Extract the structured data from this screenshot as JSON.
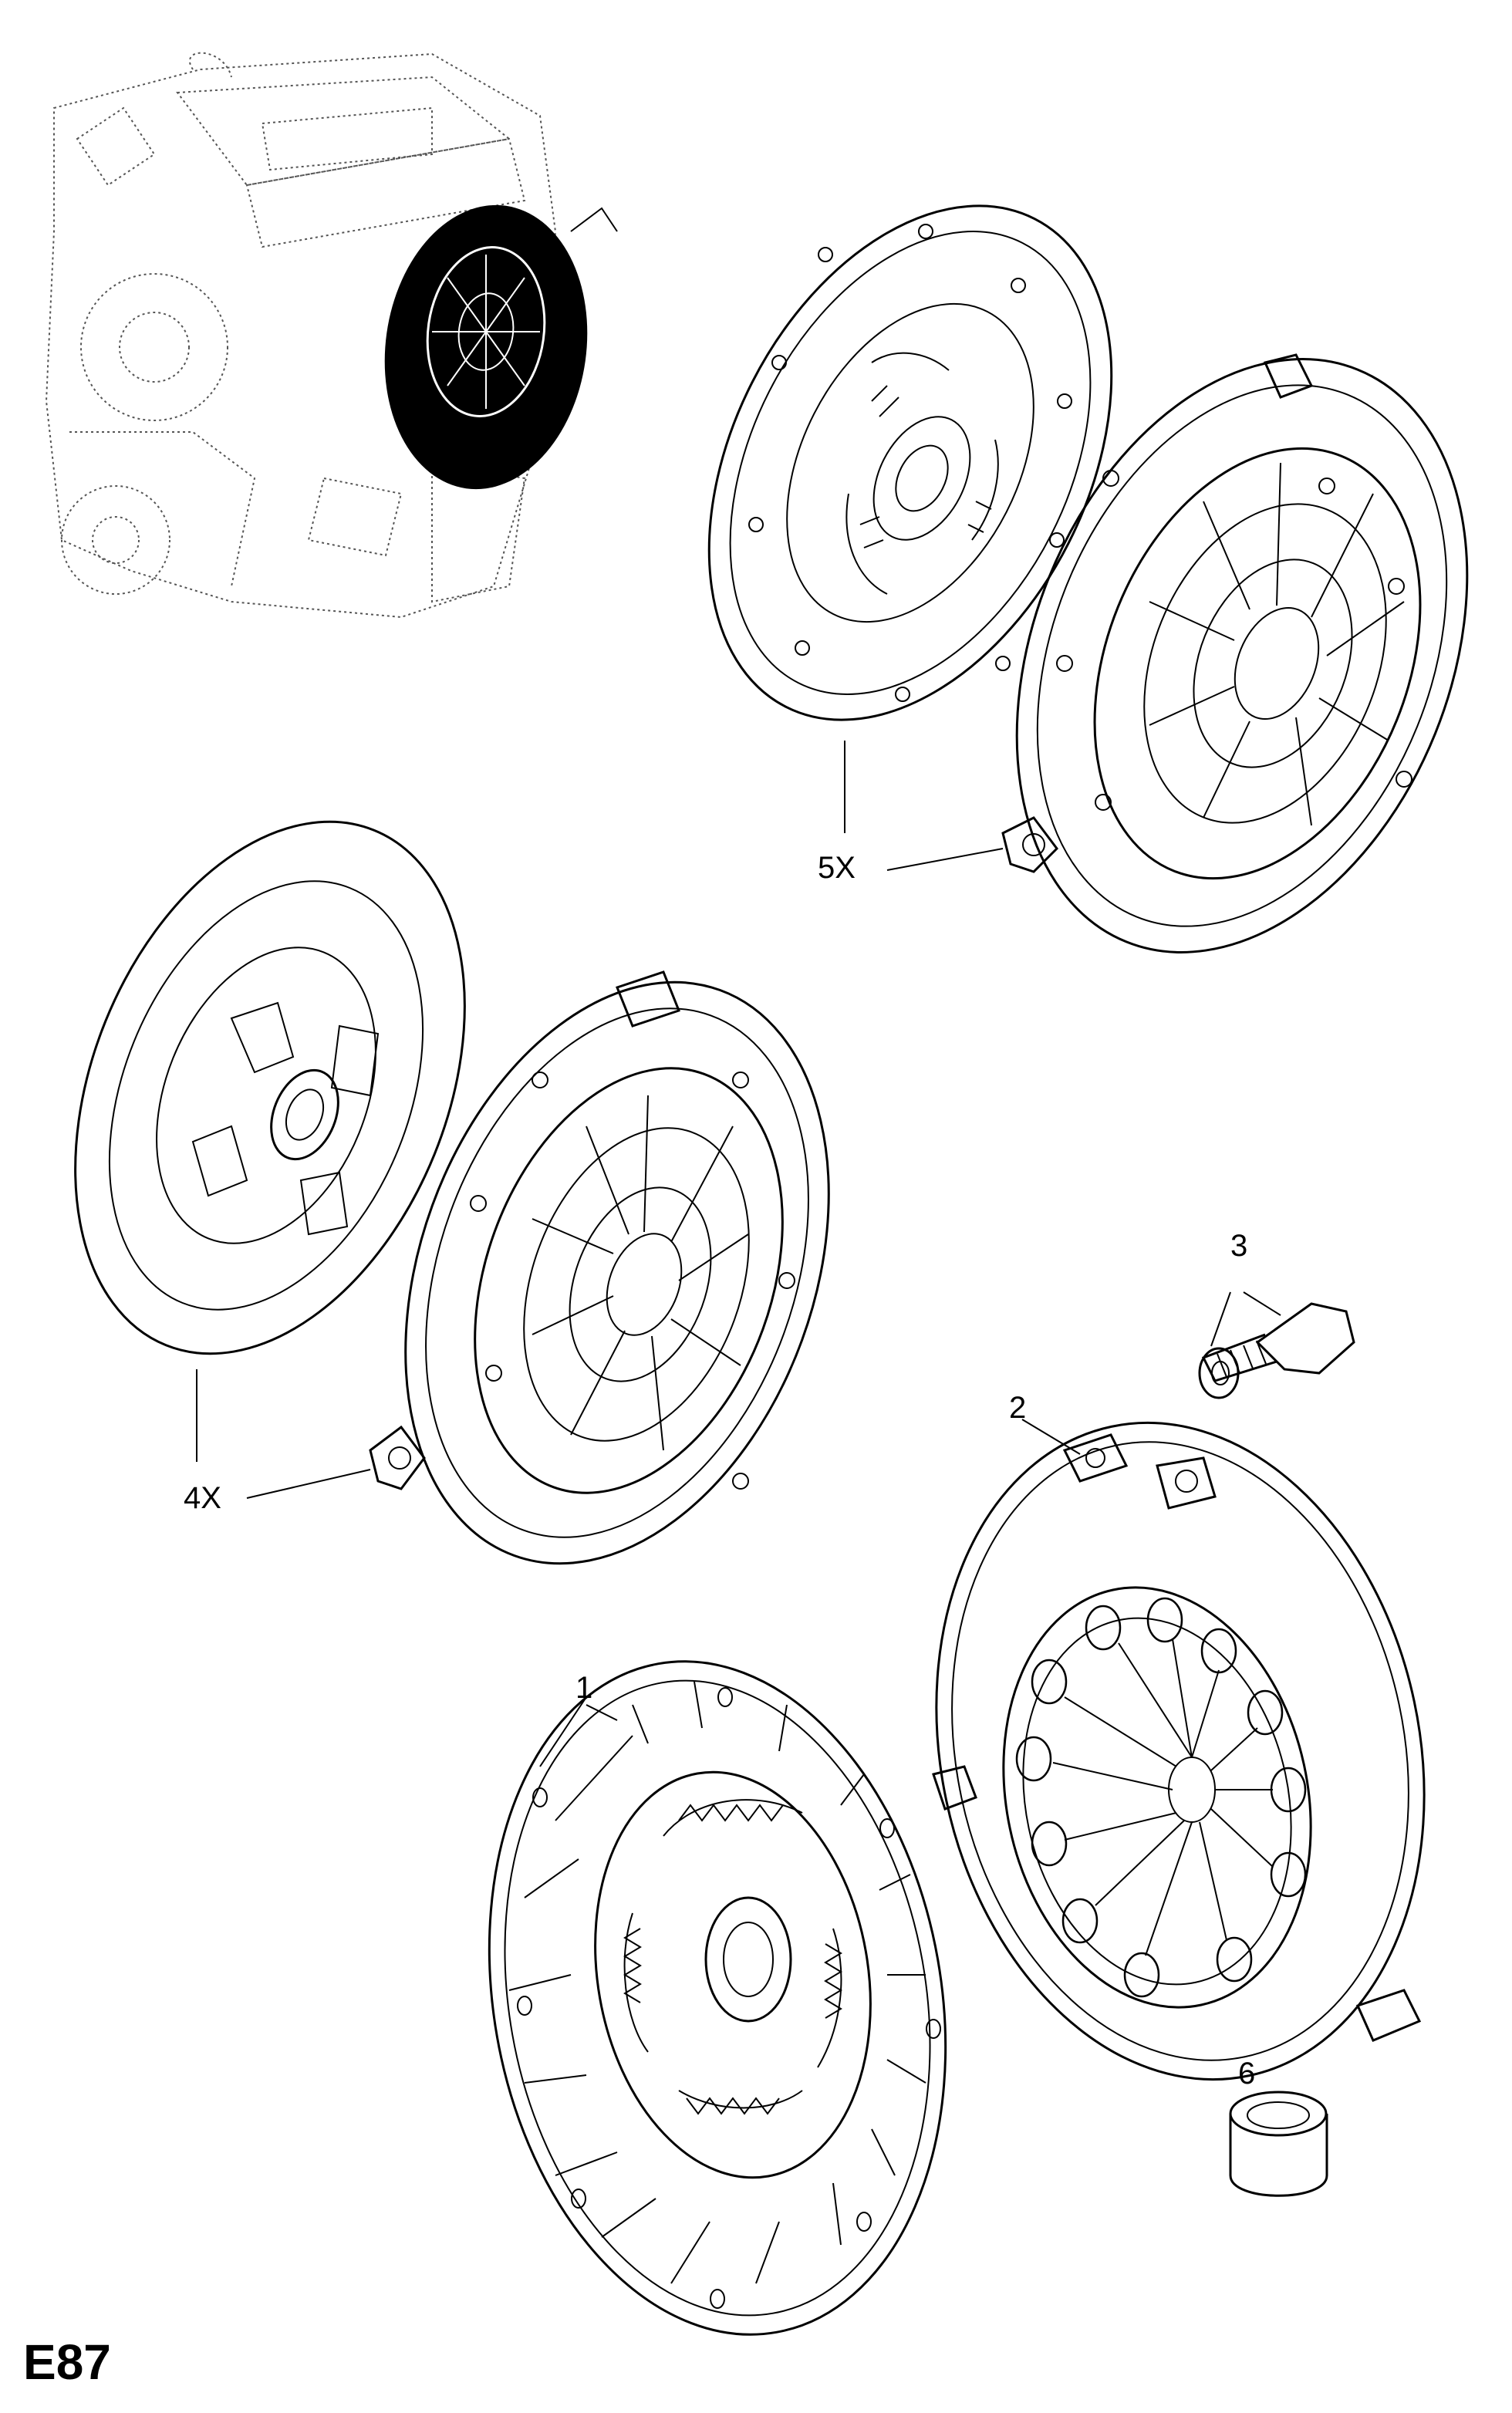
{
  "page_code": "E87",
  "callouts": {
    "c1": "1",
    "c2": "2",
    "c3": "3",
    "c4x": "4X",
    "c5x": "5X",
    "c6": "6"
  },
  "colors": {
    "line": "#000000",
    "background": "#ffffff",
    "highlight": "#000000"
  }
}
